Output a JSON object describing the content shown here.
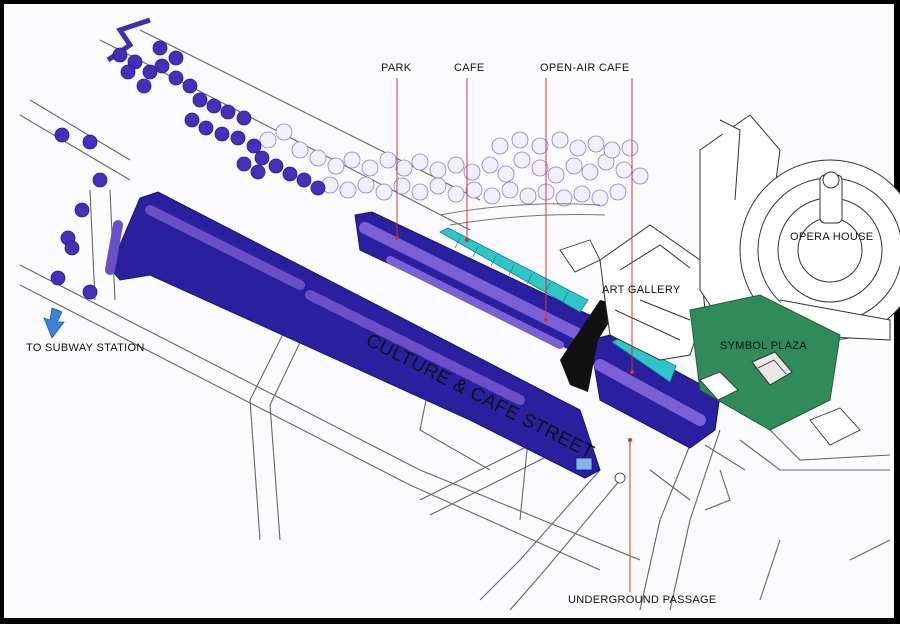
{
  "labels": {
    "park": "PARK",
    "cafe": "CAFE",
    "open_air_cafe": "OPEN-AIR CAFE",
    "opera_house": "OPERA HOUSE",
    "art_gallery": "ART GALLERY",
    "symbol_plaza": "SYMBOL PLAZA",
    "culture_cafe_street": "CULTURE & CAFE STREET",
    "to_subway_station": "TO SUBWAY STATION",
    "underground_passage": "UNDERGROUND PASSAGE"
  },
  "colors": {
    "tree_blue": "#3d2fb0",
    "tree_purple": "#6b4fc9",
    "street_navy": "#2a1f9e",
    "cafe_canopy": "#2ec6c9",
    "plaza_green": "#2f8b5a",
    "leader_red": "#d0332e",
    "arrow_blue": "#3b82d8",
    "line_gray": "#555555"
  }
}
